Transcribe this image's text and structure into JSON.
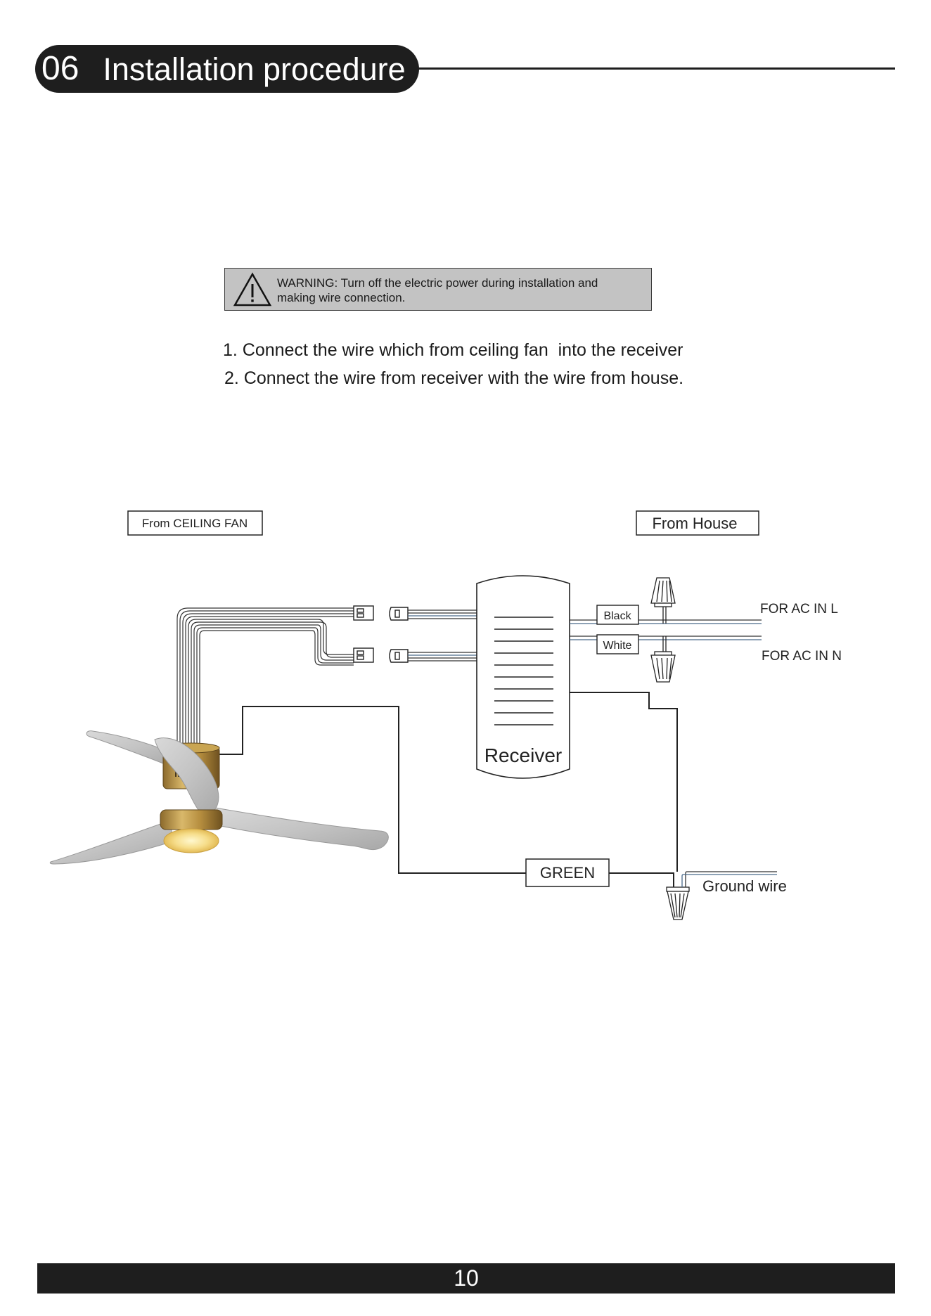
{
  "header": {
    "section_number": "06",
    "section_title": "Installation procedure"
  },
  "warning": {
    "icon": "warning-triangle-icon",
    "line1": "WARNING: Turn off the electric power during installation and",
    "line2": "making wire connection."
  },
  "instructions": [
    "1. Connect the wire which from ceiling fan  into the receiver",
    "2. Connect the wire from receiver with the wire from house."
  ],
  "diagram": {
    "from_ceiling_fan": "From CEILING FAN",
    "from_house": "From House",
    "receiver": "Receiver",
    "black": "Black",
    "white": "White",
    "ac_in_l": "FOR AC IN L",
    "ac_in_n": "FOR AC IN N",
    "green": "GREEN",
    "ground_wire": "Ground wire"
  },
  "footer": {
    "page_number": "10"
  }
}
